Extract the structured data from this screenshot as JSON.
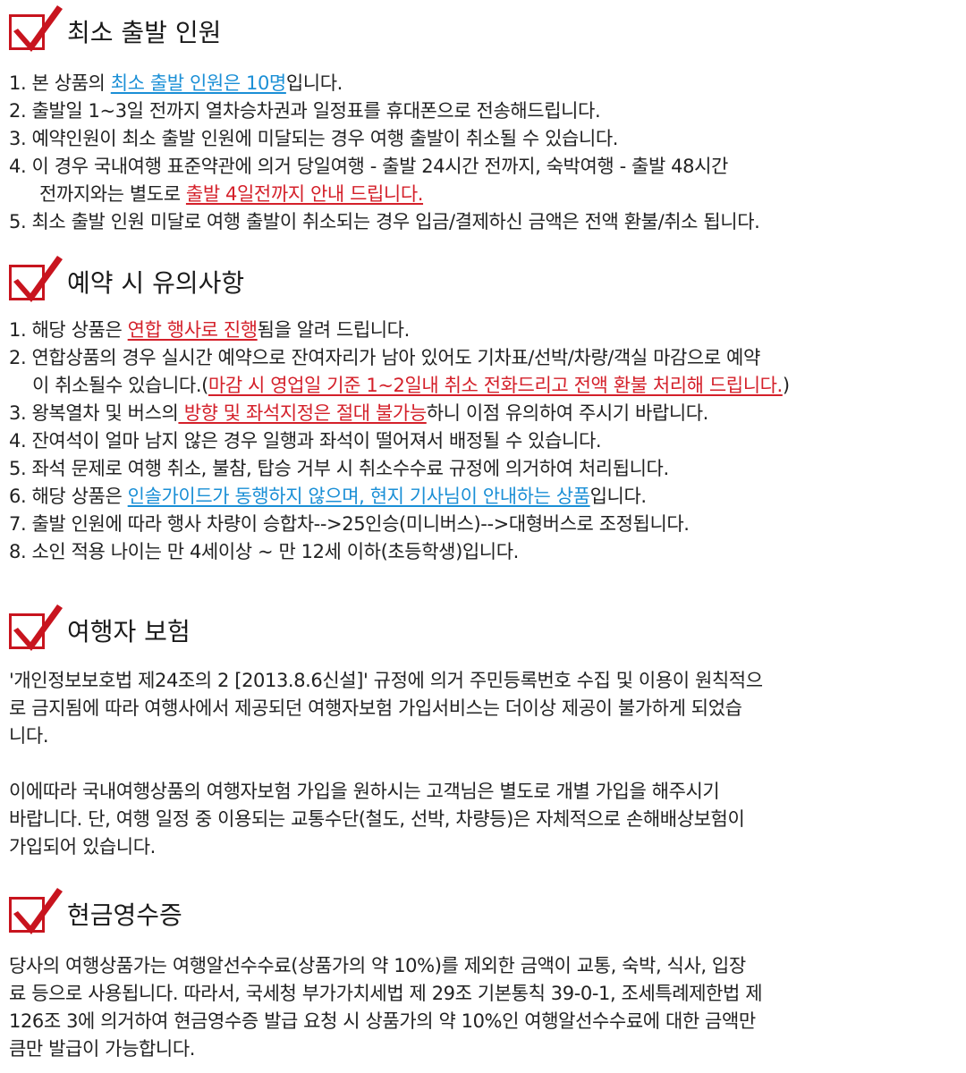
{
  "colors": {
    "accent_red": "#c8141e",
    "link_blue": "#1a8fd6",
    "text": "#222222"
  },
  "icons": {
    "checkbox": "red-checkbox-checkmark-icon"
  },
  "sec1": {
    "title": "최소 출발 인원",
    "items": [
      {
        "pre": "1. 본 상품의 ",
        "hl": "최소 출발 인원은 10명",
        "post": "입니다."
      },
      {
        "text": "2. 출발일 1~3일 전까지 열차승차권과 일정표를 휴대폰으로 전송해드립니다."
      },
      {
        "text": "3. 예약인원이 최소 출발 인원에 미달되는 경우 여행 출발이 취소될 수 있습니다."
      },
      {
        "text": "4. 이 경우 국내여행 표준약관에 의거 당일여행 - 출발 24시간 전까지, 숙박여행 - 출발 48시간",
        "cont_pre": "전까지와는 별도로 ",
        "hl": "출발 4일전까지 안내 드립니다."
      },
      {
        "text": "5. 최소 출발 인원 미달로 여행 출발이 취소되는 경우 입금/결제하신 금액은 전액 환불/취소 됩니다."
      }
    ]
  },
  "sec2": {
    "title": "예약 시 유의사항",
    "items": [
      {
        "pre": "1. 해당 상품은 ",
        "hl": "연합 행사로 진행",
        "post": "됨을 알려 드립니다."
      },
      {
        "text": "2. 연합상품의 경우 실시간 예약으로 잔여자리가 남아 있어도 기차표/선박/차량/객실 마감으로 예약",
        "cont_pre": "이 취소될수 있습니다.(",
        "hl": "마감 시 영업일 기준 1~2일내 취소 전화드리고 전액 환불 처리해 드립니다.",
        "cont_post": ")"
      },
      {
        "pre": "3. 왕복열차 및 버스의",
        "hl": " 방향 및 좌석지정은 절대 불가능",
        "post": "하니 이점 유의하여 주시기 바랍니다."
      },
      {
        "text": "4. 잔여석이 얼마 남지 않은 경우 일행과 좌석이 떨어져서 배정될 수 있습니다."
      },
      {
        "text": "5. 좌석 문제로 여행 취소, 불참, 탑승 거부 시 취소수수료 규정에 의거하여 처리됩니다."
      },
      {
        "pre": "6. 해당 상품은 ",
        "hl": "인솔가이드가 동행하지 않으며, 현지 기사님이 안내하는 상품",
        "post": "입니다."
      },
      {
        "text": "7. 출발 인원에 따라 행사 차량이 승합차-->25인승(미니버스)-->대형버스로 조정됩니다."
      },
      {
        "text": "8. 소인 적용 나이는 만 4세이상 ~ 만 12세 이하(초등학생)입니다."
      }
    ]
  },
  "sec3": {
    "title": "여행자 보험",
    "para1": [
      "'개인정보보호법 제24조의 2 [2013.8.6신설]' 규정에 의거 주민등록번호 수집 및 이용이 원칙적으",
      "로 금지됨에 따라 여행사에서 제공되던 여행자보험 가입서비스는 더이상 제공이 불가하게 되었습",
      "니다."
    ],
    "para2": [
      "이에따라 국내여행상품의 여행자보험 가입을 원하시는 고객님은 별도로 개별 가입을 해주시기",
      "바랍니다. 단, 여행 일정 중 이용되는 교통수단(철도, 선박, 차량등)은 자체적으로 손해배상보험이",
      "가입되어 있습니다."
    ]
  },
  "sec4": {
    "title": "현금영수증",
    "para": [
      "당사의 여행상품가는 여행알선수수료(상품가의 약 10%)를 제외한 금액이 교통, 숙박, 식사, 입장",
      "료 등으로 사용됩니다. 따라서, 국세청 부가가치세법 제 29조 기본통칙 39-0-1, 조세특례제한법 제",
      "126조 3에 의거하여 현금영수증 발급 요청 시 상품가의 약 10%인 여행알선수수료에 대한 금액만",
      "큼만 발급이 가능합니다."
    ]
  }
}
